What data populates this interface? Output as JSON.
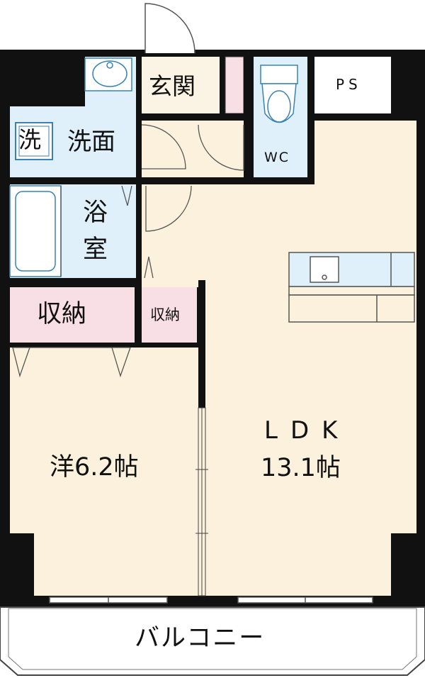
{
  "rooms": {
    "entrance": "玄関",
    "washroom": "洗面",
    "washer_symbol": "洗",
    "bath": [
      "浴",
      "室"
    ],
    "wc": "WC",
    "ps": "PS",
    "storage_large": "収納",
    "storage_small": "収納",
    "western_room": "洋6.2帖",
    "ldk_title": "LDK",
    "ldk_size": "13.1帖",
    "balcony": "バルコニー"
  },
  "colors": {
    "wall": "#111111",
    "floor_wood": "#fcf1dc",
    "floor_wet": "#dff0fa",
    "storage": "#f8dfe6",
    "entrance_floor": "#fbf3e3",
    "fixture_line": "#3a82b5",
    "balcony": "#ffffff"
  }
}
